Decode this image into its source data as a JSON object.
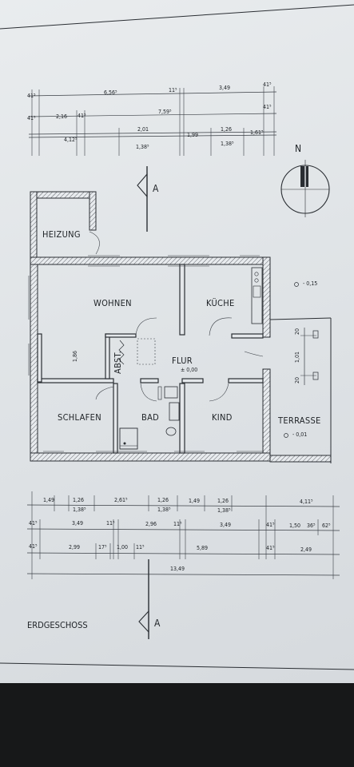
{
  "rooms": {
    "heizung": "HEIZUNG",
    "wohnen": "WOHNEN",
    "kueche": "KÜCHE",
    "flur": "FLUR",
    "abst": "ABST.",
    "schlafen": "SCHLAFEN",
    "bad": "BAD",
    "kind": "KIND",
    "terrasse": "TERRASSE"
  },
  "levels": {
    "flur": "± 0,00",
    "terrasse": "- 0,01",
    "kueche_outside": "- 0,15"
  },
  "drawing": {
    "title": "ERDGESCHOSS",
    "section_label": "A",
    "north_label": "N"
  },
  "dims_top": {
    "r1": [
      "41⁵",
      "6,56⁵",
      "11⁵",
      "3,49",
      "41⁵"
    ],
    "r2": [
      "41⁵",
      "2,16",
      "41⁵",
      "7,59⁵",
      "41⁵"
    ],
    "r3": [
      "4,12⁵",
      "2,01",
      "1,99",
      "1,26",
      "1,61⁵"
    ],
    "r3b": [
      "1,38⁵",
      "1,38⁵"
    ]
  },
  "dims_bottom": {
    "r1": [
      "1,49",
      "1,26",
      "2,61⁵",
      "1,26",
      "1,49",
      "1,26",
      "4,11⁵"
    ],
    "r1b": [
      "1,38⁵",
      "1,38⁵",
      "1,38⁵"
    ],
    "r2": [
      "41⁵",
      "3,49",
      "11⁵",
      "2,96",
      "11⁵",
      "3,49",
      "41⁵",
      "1,50",
      "36⁵",
      "62⁵"
    ],
    "r3": [
      "41⁵",
      "2,99",
      "17⁵",
      "1,00",
      "11⁵",
      "5,89",
      "41⁵",
      "2,49"
    ],
    "r4": [
      "13,49"
    ]
  },
  "dims_side": {
    "abst": "1,86",
    "terr_a": "20",
    "terr_b": "1,01",
    "terr_c": "20"
  }
}
